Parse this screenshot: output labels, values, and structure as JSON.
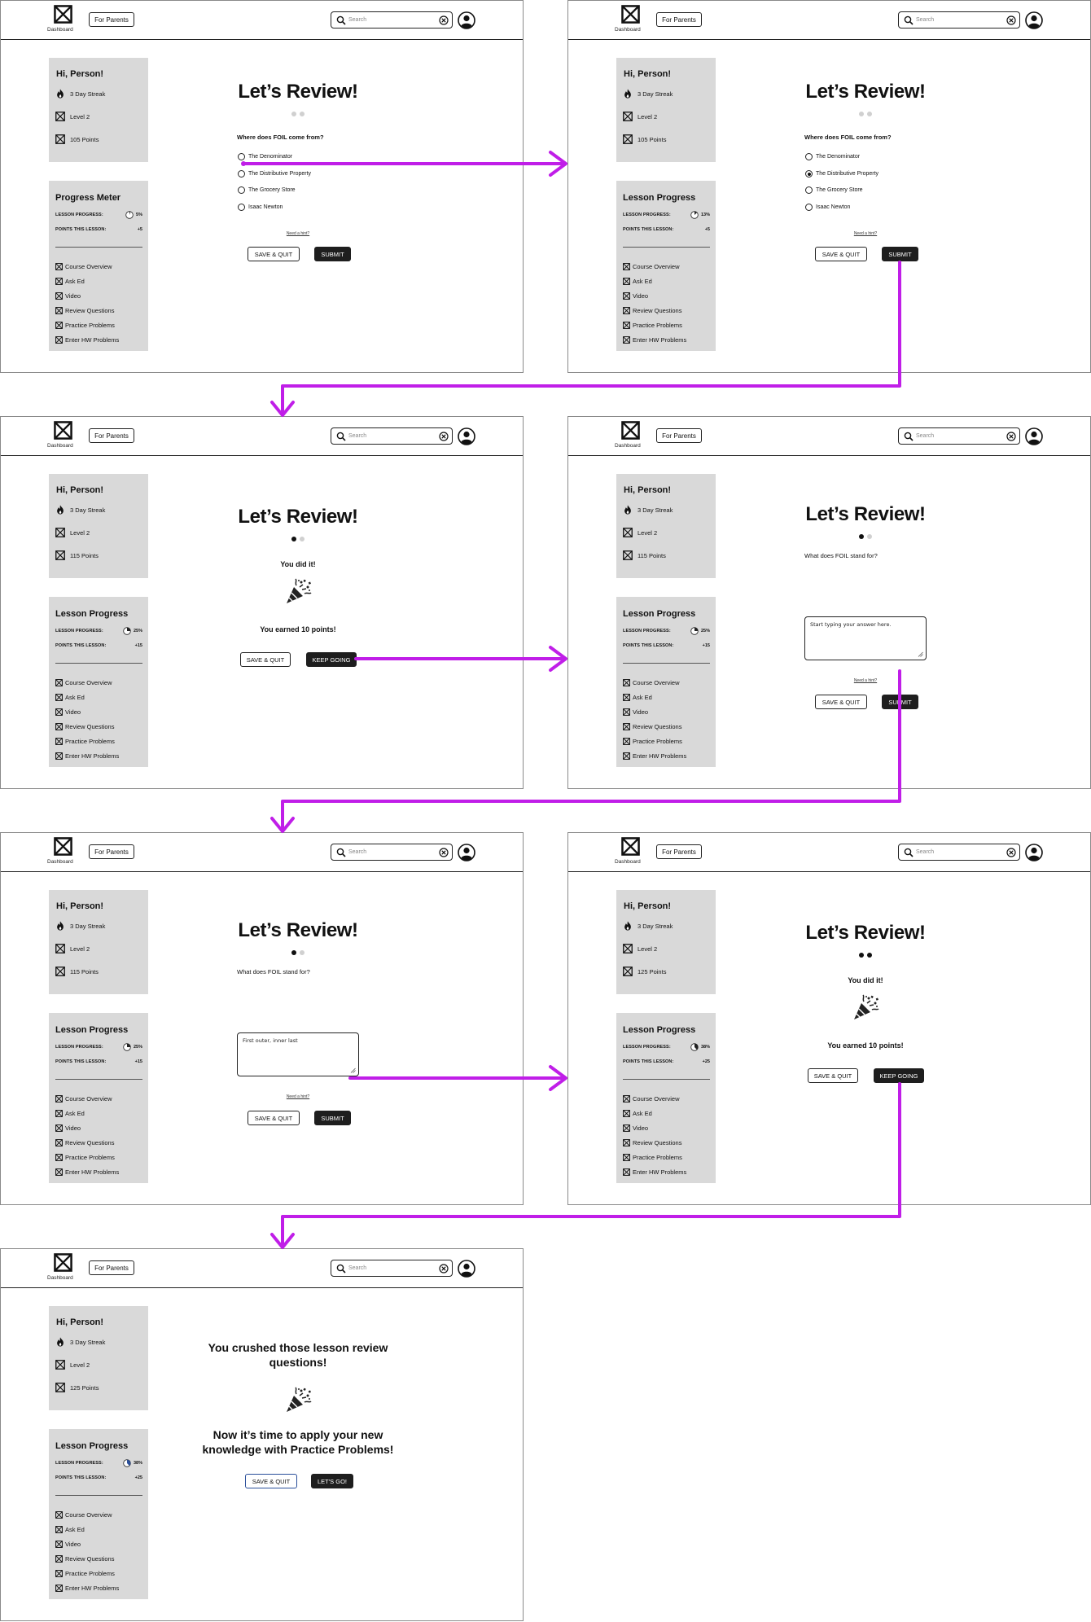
{
  "header": {
    "dashboard_label": "Dashboard",
    "for_parents": "For Parents",
    "search_placeholder": "Search"
  },
  "sidebar": {
    "greeting": "Hi, Person!",
    "streak": "3 Day Streak",
    "level": "Level 2",
    "lesson_progress_label": "LESSON PROGRESS:",
    "points_lesson_label": "POINTS THIS LESSON:",
    "nav_items": [
      "Course Overview",
      "Ask Ed",
      "Video",
      "Review Questions",
      "Practice Problems",
      "Enter HW Problems"
    ]
  },
  "review": {
    "title": "Let’s Review!",
    "q1": "Where does FOIL come from?",
    "q1_options": [
      "The Denominator",
      "The Distributive Property",
      "The Grocery Store",
      "Isaac Newton"
    ],
    "q2": "What does FOIL stand for?",
    "q2_placeholder": "Start typing your answer here.",
    "q2_answer": "First outer, inner last",
    "hint": "Need a hint?",
    "save_quit": "SAVE & QUIT",
    "submit": "SUBMIT",
    "keep_going": "KEEP GOING",
    "you_did_it": "You did it!",
    "earned": "You earned 10 points!",
    "crushed": "You crushed those lesson review questions!",
    "apply": "Now it’s time to apply your new knowledge with Practice Problems!",
    "lets_go": "LET'S GO!"
  },
  "screens": [
    {
      "points": "105 Points",
      "progress_title": "Progress Meter",
      "pct": "5%",
      "pct_value": 5,
      "pts": "+5"
    },
    {
      "points": "105 Points",
      "progress_title": "Lesson Progress",
      "pct": "13%",
      "pct_value": 13,
      "pts": "+5"
    },
    {
      "points": "115 Points",
      "progress_title": "Lesson Progress",
      "pct": "25%",
      "pct_value": 25,
      "pts": "+15"
    },
    {
      "points": "115 Points",
      "progress_title": "Lesson Progress",
      "pct": "25%",
      "pct_value": 25,
      "pts": "+15"
    },
    {
      "points": "115 Points",
      "progress_title": "Lesson Progress",
      "pct": "25%",
      "pct_value": 25,
      "pts": "+15"
    },
    {
      "points": "125 Points",
      "progress_title": "Lesson Progress",
      "pct": "38%",
      "pct_value": 38,
      "pts": "+25"
    },
    {
      "points": "125 Points",
      "progress_title": "Lesson Progress",
      "pct": "38%",
      "pct_value": 38,
      "pts": "+25"
    }
  ],
  "colors": {
    "arrow": "#c01ee8",
    "sidebar_bg": "#d9d9d9",
    "button_dark": "#1e1e1e",
    "pie_blue": "#2a4f9a"
  }
}
